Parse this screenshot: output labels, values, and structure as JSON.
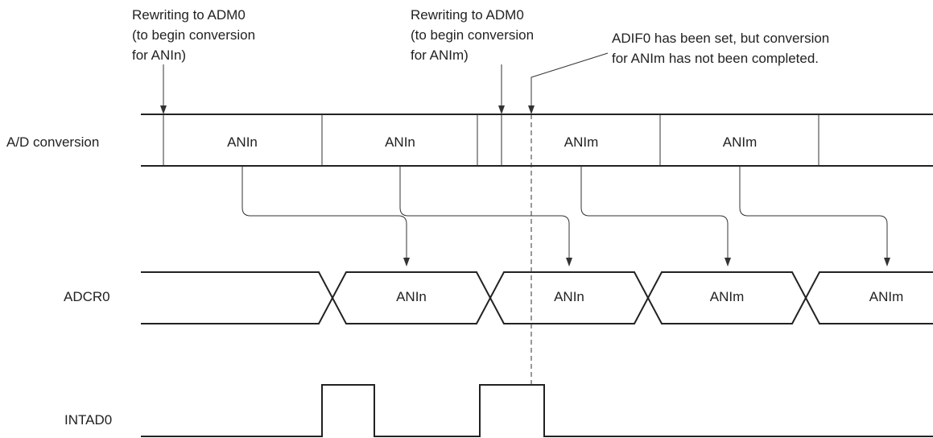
{
  "annotations": {
    "rewrite_n": [
      "Rewriting to ADM0",
      "(to begin conversion",
      "for ANIn)"
    ],
    "rewrite_m": [
      "Rewriting to ADM0",
      "(to begin conversion",
      "for ANIm)"
    ],
    "adif": [
      "ADIF0 has been set, but conversion",
      "for ANIm has not been completed."
    ]
  },
  "rows": {
    "ad_conversion": {
      "label": "A/D conversion",
      "cells": [
        "ANIn",
        "ANIn",
        "ANIm",
        "ANIm"
      ]
    },
    "adcr0": {
      "label": "ADCR0",
      "cells": [
        "ANIn",
        "ANIn",
        "ANIm",
        "ANIm"
      ]
    },
    "intad0": {
      "label": "INTAD0"
    }
  }
}
